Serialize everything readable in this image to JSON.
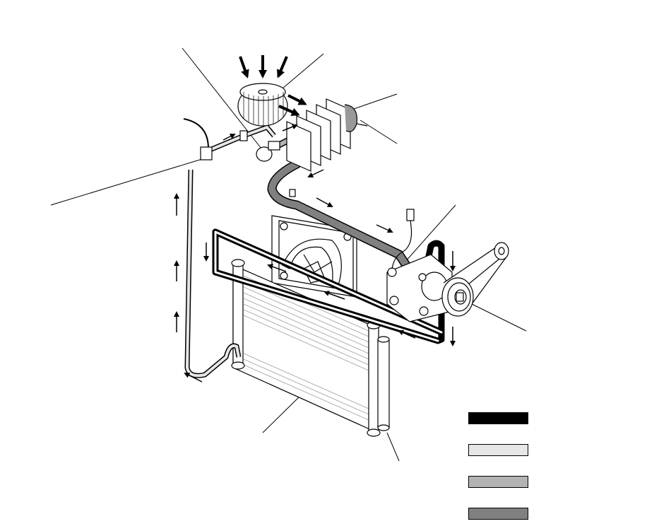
{
  "diagram": {
    "type": "automotive-air-conditioning-refrigerant-circuit",
    "components": [
      "blower-fan",
      "evaporator",
      "expansion-valve",
      "receiver-drier",
      "compressor",
      "compressor-clutch-pulley",
      "condenser",
      "cooling-fan"
    ],
    "labels_visible": false
  },
  "legend": {
    "items": [
      {
        "id": "legend-high-pressure-gas",
        "color": "#000000"
      },
      {
        "id": "legend-high-pressure-liquid",
        "color": "#e6e6e6"
      },
      {
        "id": "legend-low-pressure-liquid",
        "color": "#b3b3b3"
      },
      {
        "id": "legend-low-pressure-gas",
        "color": "#808080"
      }
    ]
  },
  "colors": {
    "line": "#000000",
    "high_pressure_gas": "#000000",
    "high_pressure_liquid": "#e6e6e6",
    "low_pressure_liquid": "#b3b3b3",
    "low_pressure_gas": "#808080",
    "background": "#ffffff"
  }
}
